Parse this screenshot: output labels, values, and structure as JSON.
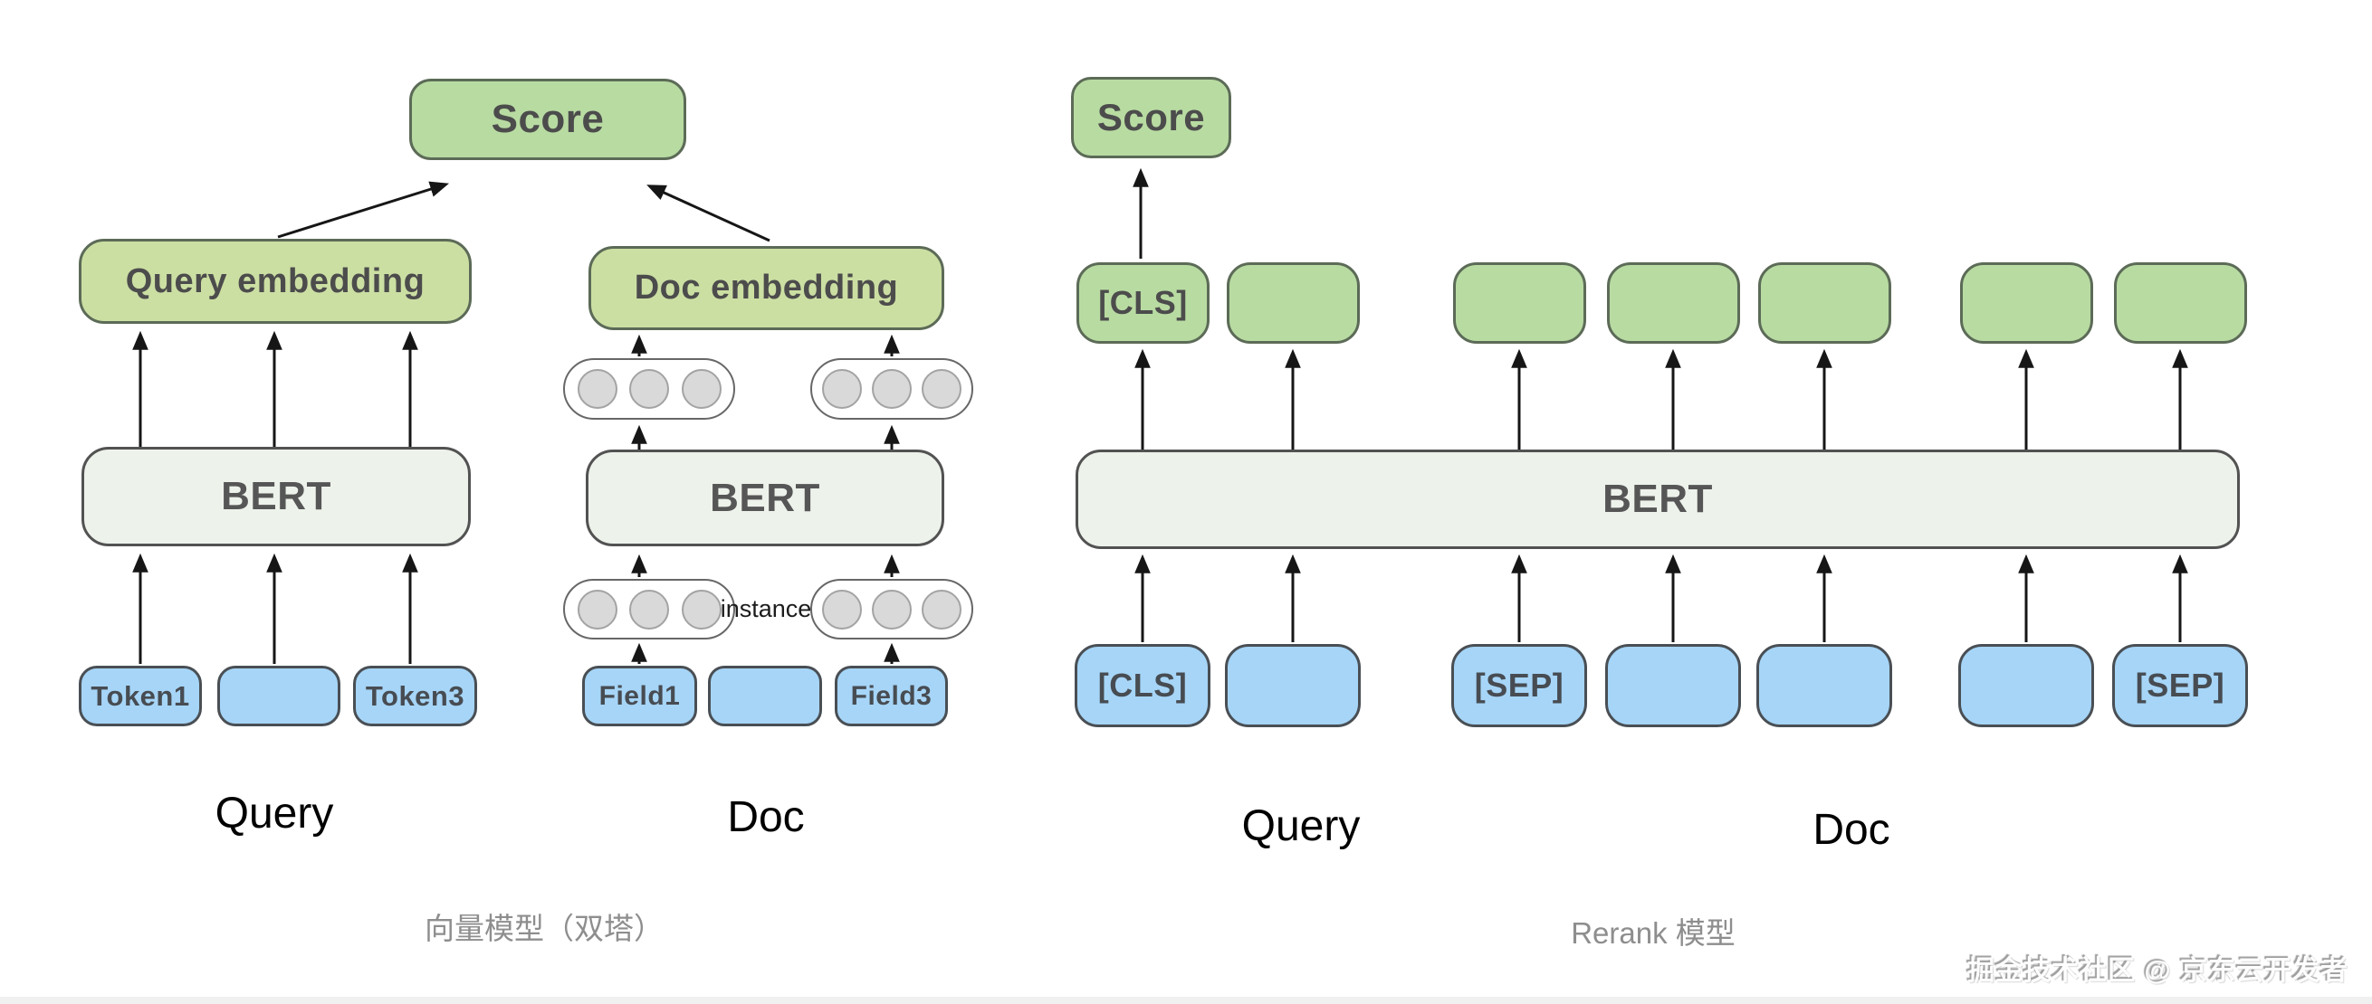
{
  "dual_tower": {
    "caption": "向量模型（双塔）",
    "score": "Score",
    "query_tower": {
      "embedding": "Query embedding",
      "bert": "BERT",
      "tokens": [
        "Token1",
        "",
        "Token3"
      ],
      "label": "Query"
    },
    "doc_tower": {
      "embedding": "Doc embedding",
      "bert": "BERT",
      "instance": "instance",
      "fields": [
        "Field1",
        "",
        "Field3"
      ],
      "label": "Doc"
    }
  },
  "rerank": {
    "caption": "Rerank 模型",
    "score": "Score",
    "bert": "BERT",
    "outputs": [
      "[CLS]",
      "",
      "",
      "",
      "",
      "",
      ""
    ],
    "inputs": [
      "[CLS]",
      "",
      "[SEP]",
      "",
      "",
      "",
      "[SEP]"
    ],
    "query_label": "Query",
    "doc_label": "Doc"
  },
  "watermark": "掘金技术社区 @ 京东云开发者",
  "colors": {
    "green": "#b8dba2",
    "olive": "#ccdfa3",
    "blue": "#a6d5f7",
    "bert": "#edf2eb",
    "circle": "#d9d9d9"
  }
}
